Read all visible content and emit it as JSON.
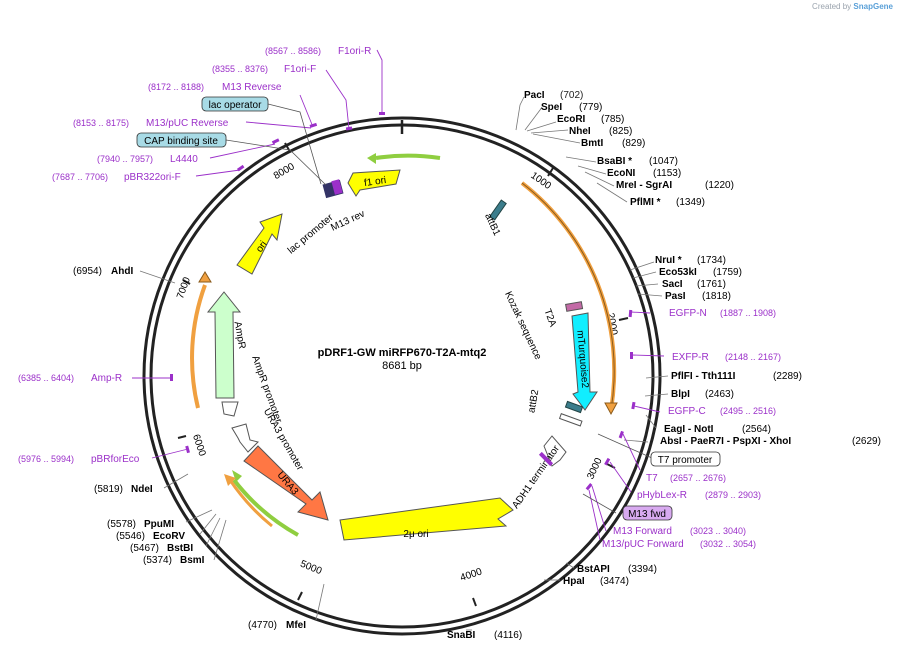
{
  "credit": {
    "prefix": "Created by",
    "brand": "SnapGene"
  },
  "map": {
    "name": "pDRF1-GW miRFP670-T2A-mtq2",
    "length_label": "8681 bp",
    "ticks": [
      "1000",
      "2000",
      "3000",
      "4000",
      "5000",
      "6000",
      "7000",
      "8000"
    ]
  },
  "sites": [
    {
      "name": "PacI",
      "pos": "(702)"
    },
    {
      "name": "SpeI",
      "pos": "(779)"
    },
    {
      "name": "EcoRI",
      "pos": "(785)"
    },
    {
      "name": "NheI",
      "pos": "(825)"
    },
    {
      "name": "BmtI",
      "pos": "(829)"
    },
    {
      "name": "BsaBI *",
      "pos": "(1047)"
    },
    {
      "name": "EcoNI",
      "pos": "(1153)"
    },
    {
      "name": "MreI  - SgrAI",
      "pos": "(1220)"
    },
    {
      "name": "PflMI *",
      "pos": "(1349)"
    },
    {
      "name": "NruI *",
      "pos": "(1734)"
    },
    {
      "name": "Eco53kI",
      "pos": "(1759)"
    },
    {
      "name": "SacI",
      "pos": "(1761)"
    },
    {
      "name": "PasI",
      "pos": "(1818)"
    },
    {
      "name": "PflFI  - Tth111I",
      "pos": "(2289)"
    },
    {
      "name": "BlpI",
      "pos": "(2463)"
    },
    {
      "name": "EagI  - NotI",
      "pos": "(2564)"
    },
    {
      "name": "AbsI  - PaeR7I  - PspXI  - XhoI",
      "pos": "(2629)"
    },
    {
      "name": "BstAPI",
      "pos": "(3394)"
    },
    {
      "name": "HpaI",
      "pos": "(3474)"
    },
    {
      "name": "SnaBI",
      "pos": "(4116)"
    },
    {
      "name": "MfeI",
      "pos": "(4770)"
    },
    {
      "name": "BsmI",
      "pos": "(5374)"
    },
    {
      "name": "BstBI",
      "pos": "(5467)"
    },
    {
      "name": "EcoRV",
      "pos": "(5546)"
    },
    {
      "name": "PpuMI",
      "pos": "(5578)"
    },
    {
      "name": "NdeI",
      "pos": "(5819)"
    },
    {
      "name": "AhdI",
      "pos": "(6954)"
    }
  ],
  "primers": [
    {
      "name": "F1ori-R",
      "pos": "(8567 .. 8586)"
    },
    {
      "name": "F1ori-F",
      "pos": "(8355 .. 8376)"
    },
    {
      "name": "M13 Reverse",
      "pos": "(8172 .. 8188)"
    },
    {
      "name": "M13/pUC Reverse",
      "pos": "(8153 .. 8175)"
    },
    {
      "name": "L4440",
      "pos": "(7940 .. 7957)"
    },
    {
      "name": "pBR322ori-F",
      "pos": "(7687 .. 7706)"
    },
    {
      "name": "Amp-R",
      "pos": "(6385 .. 6404)"
    },
    {
      "name": "pBRforEco",
      "pos": "(5976 .. 5994)"
    },
    {
      "name": "EGFP-N",
      "pos": "(1887 .. 1908)"
    },
    {
      "name": "EXFP-R",
      "pos": "(2148 .. 2167)"
    },
    {
      "name": "EGFP-C",
      "pos": "(2495 .. 2516)"
    },
    {
      "name": "T7",
      "pos": "(2657 .. 2676)"
    },
    {
      "name": "pHybLex-R",
      "pos": "(2879 .. 2903)"
    },
    {
      "name": "M13 Forward",
      "pos": "(3023 .. 3040)"
    },
    {
      "name": "M13/pUC Forward",
      "pos": "(3032 .. 3054)"
    }
  ],
  "boxed": {
    "lac_operator": "lac operator",
    "cap_site": "CAP binding site",
    "t7_promoter": "T7 promoter",
    "m13_fwd": "M13 fwd"
  },
  "features": {
    "f1ori": "f1 ori",
    "m13rev": "M13 rev",
    "lacpro": "lac promoter",
    "ori": "ori",
    "ampr": "AmpR",
    "amprpro": "AmpR promoter",
    "ura3pro": "URA3 promoter",
    "ura3": "URA3",
    "twomu": "2μ ori",
    "adh1": "ADH1 terminator",
    "attb1": "attB1",
    "attb2": "attB2",
    "kozak": "Kozak sequence",
    "t2a": "T2A",
    "mtq": "mTurquoise2"
  },
  "colors": {
    "f1ori": "#ffff00",
    "ori": "#ffff00",
    "twomu": "#ffff00",
    "ampr": "#ccffcc",
    "ura3": "#ff7744",
    "mtq": "#11eeff",
    "primer": "#9b30c9",
    "orange_arc": "#f0a040",
    "green_arc": "#8fce40"
  }
}
